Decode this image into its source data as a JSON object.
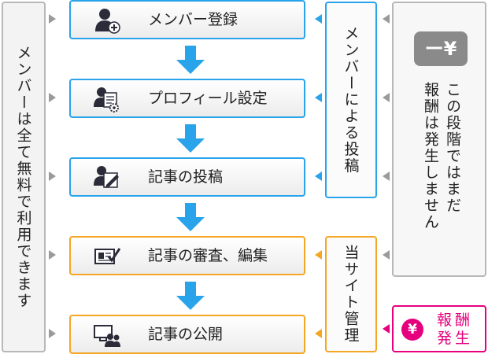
{
  "left_panel": {
    "text": "メンバーは全て無料で利用できます"
  },
  "steps": [
    {
      "label": "メンバー登録",
      "icon": "user-add-icon"
    },
    {
      "label": "プロフィール設定",
      "icon": "profile-settings-icon"
    },
    {
      "label": "記事の投稿",
      "icon": "user-edit-icon"
    },
    {
      "label": "記事の審査、編集",
      "icon": "review-edit-icon"
    },
    {
      "label": "記事の公開",
      "icon": "publish-users-icon"
    }
  ],
  "member_panel": {
    "text": "メンバーによる投稿"
  },
  "site_panel": {
    "text": "当サイト管理"
  },
  "no_fee_panel": {
    "badge": "ー¥",
    "line1": "この段階ではまだ",
    "line2": "報酬は発生しません"
  },
  "fee_box": {
    "symbol": "¥",
    "line1": "報酬",
    "line2": "発生"
  },
  "colors": {
    "blue": "#29a3ea",
    "orange": "#f5a623",
    "grey": "#b8b8b8",
    "pink": "#e6007e",
    "icon": "#2b2b3a"
  }
}
